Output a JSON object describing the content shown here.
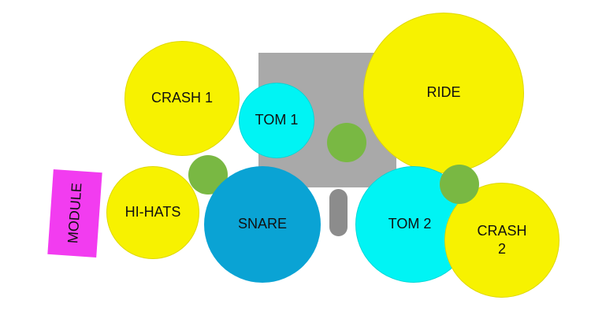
{
  "items": {
    "crash1": "CRASH 1",
    "tom1": "TOM 1",
    "ride": "RIDE",
    "hihats": "HI-HATS",
    "snare": "SNARE",
    "tom2": "TOM 2",
    "crash2": "CRASH\n2",
    "module": "MODULE"
  },
  "colors": {
    "cymbal": "#f7f200",
    "tom": "#00f4f4",
    "snare": "#0aa3d4",
    "pedal": "#79b843",
    "kick": "#a9a9a9",
    "module": "#f23cf0"
  }
}
